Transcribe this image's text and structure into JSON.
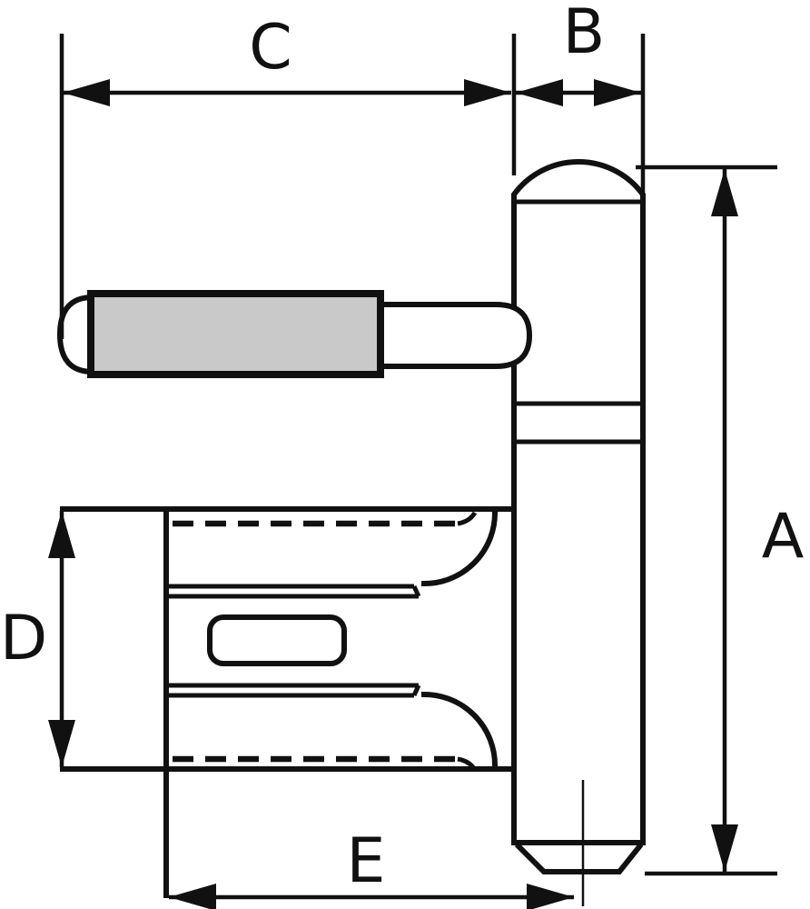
{
  "figure": {
    "kind": "hinge-dimension-drawing",
    "dimension_labels": {
      "a": "A",
      "b": "B",
      "c": "C",
      "d": "D",
      "e": "E"
    }
  },
  "colors": {
    "line": "#111111",
    "metal_fill": "#c9c9c9",
    "background": "#ffffff"
  }
}
